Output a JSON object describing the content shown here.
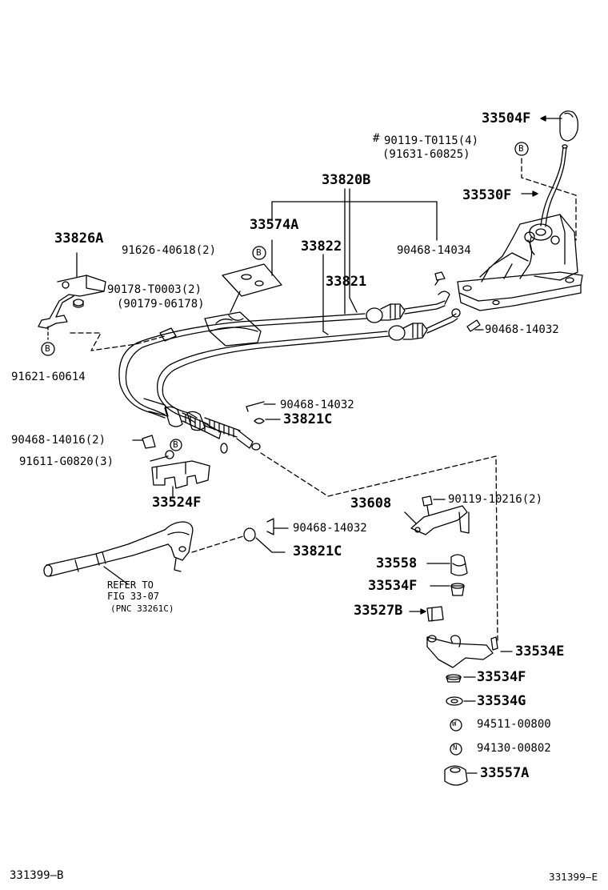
{
  "footer": {
    "left_code": "331399‒B",
    "right_code": "331399‒E"
  },
  "markers": {
    "hash": "#",
    "circle_b": "B",
    "circle_w": "W",
    "circle_n": "N"
  },
  "refer": {
    "line1": "REFER TO",
    "line2": "FIG 33-07",
    "line3": "(PNC 33261C)"
  },
  "parts": {
    "p33504F": "33504F",
    "p90119_T0115": "90119-T0115(4)",
    "p91631_60825": "(91631-60825)",
    "p33820B": "33820B",
    "p33530F": "33530F",
    "p33574A": "33574A",
    "p33826A": "33826A",
    "p33822": "33822",
    "p91626_40618": "91626-40618(2)",
    "p90468_14034": "90468-14034",
    "p33821": "33821",
    "p90178_T0003": "90178-T0003(2)",
    "p90179_06178": "(90179-06178)",
    "p90468_14032_a": "90468-14032",
    "p91621_60614": "91621-60614",
    "p90468_14032_b": "90468-14032",
    "p33821C_a": "33821C",
    "p90468_14016": "90468-14016(2)",
    "p91611_G0820": "91611-G0820(3)",
    "p33524F": "33524F",
    "p33608": "33608",
    "p90119_10216": "90119-10216(2)",
    "p90468_14032_c": "90468-14032",
    "p33821C_b": "33821C",
    "p33558": "33558",
    "p33534F_a": "33534F",
    "p33527B": "33527B",
    "p33534E": "33534E",
    "p33534F_b": "33534F",
    "p33534G": "33534G",
    "p94511_00800": "94511-00800",
    "p94130_00802": "94130-00802",
    "p33557A": "33557A"
  }
}
